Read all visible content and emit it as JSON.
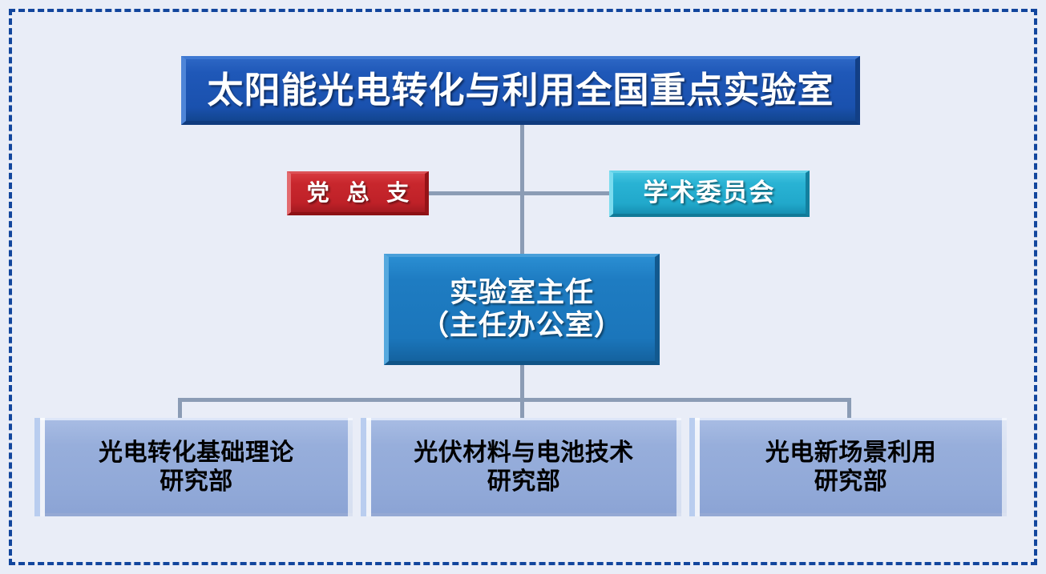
{
  "chart": {
    "type": "org-chart",
    "title": "太阳能光电转化与利用全国重点实验室",
    "background_color": "#e9edf7",
    "frame_color": "#12469d",
    "connector_color": "#8b9cb5"
  },
  "nodes": {
    "lab": {
      "label": "太阳能光电转化与利用全国重点实验室",
      "level": 1,
      "color": "#1f58b8",
      "text_color": "#ffffff"
    },
    "party_branch": {
      "label": "党 总 支",
      "level": 2,
      "color": "#c8272d",
      "text_color": "#ffffff"
    },
    "academic_committee": {
      "label": "学术委员会",
      "level": 2,
      "color": "#29b3d4",
      "text_color": "#ffffff"
    },
    "director": {
      "label": "实验室主任\n（主任办公室）",
      "line1": "实验室主任",
      "line2": "（主任办公室）",
      "level": 3,
      "color": "#1e7cc2",
      "text_color": "#ffffff"
    }
  },
  "departments": [
    {
      "label": "光电转化基础理论\n研究部",
      "line1": "光电转化基础理论",
      "line2": "研究部",
      "color": "#97aedb",
      "text_color": "#000000"
    },
    {
      "label": "光伏材料与电池技术\n研究部",
      "line1": "光伏材料与电池技术",
      "line2": "研究部",
      "color": "#97aedb",
      "text_color": "#000000"
    },
    {
      "label": "光电新场景利用\n研究部",
      "line1": "光电新场景利用",
      "line2": "研究部",
      "color": "#97aedb",
      "text_color": "#000000"
    }
  ]
}
